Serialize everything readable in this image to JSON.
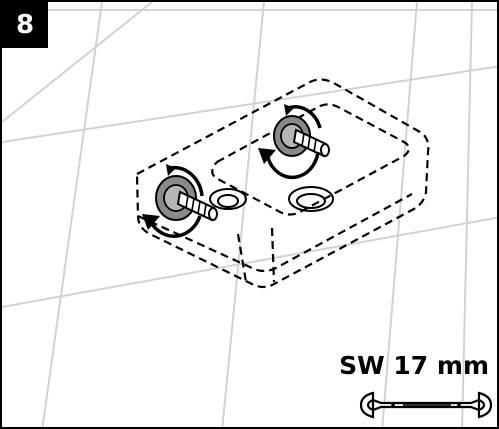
{
  "step": {
    "number": "8"
  },
  "tool": {
    "label": "SW 17 mm",
    "icon": "open-end-wrench-icon"
  },
  "figure": {
    "subject": "wall-mounted-bracket-with-two-threaded-studs"
  },
  "colors": {
    "ink": "#000000",
    "tile_lines": "#cfd3d6",
    "tile_face": "#ffffff",
    "washer": "#8a8a8a"
  }
}
